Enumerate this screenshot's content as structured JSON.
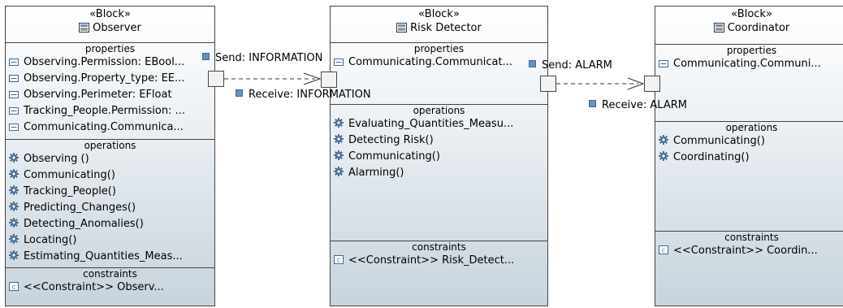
{
  "blocks": [
    {
      "stereotype": "«Block»",
      "name": "Observer",
      "properties_title": "properties",
      "properties": [
        "Observing.Permission: EBool...",
        "Observing.Property_type: EE...",
        "Observing.Perimeter: EFloat",
        "Tracking_People.Permission: ...",
        "Communicating.Communica..."
      ],
      "operations_title": "operations",
      "operations": [
        "Observing ()",
        "Communicating()",
        "Tracking_People()",
        "Predicting_Changes()",
        "Detecting_Anomalies()",
        "Locating()",
        "Estimating_Quantities_Meas..."
      ],
      "constraints_title": "constraints",
      "constraints": [
        "<<Constraint>>       Observ..."
      ]
    },
    {
      "stereotype": "«Block»",
      "name": "Risk Detector",
      "properties_title": "properties",
      "properties": [
        "Communicating.Communicat..."
      ],
      "operations_title": "operations",
      "operations": [
        "Evaluating_Quantities_Measu...",
        "Detecting Risk()",
        "Communicating()",
        "Alarming()"
      ],
      "constraints_title": "constraints",
      "constraints": [
        "<<Constraint>> Risk_Detect..."
      ]
    },
    {
      "stereotype": "«Block»",
      "name": "Coordinator",
      "properties_title": "properties",
      "properties": [
        "Communicating.Communi..."
      ],
      "operations_title": "operations",
      "operations": [
        "Communicating()",
        "Coordinating()"
      ],
      "constraints_title": "constraints",
      "constraints": [
        "<<Constraint>>  Coordin..."
      ]
    }
  ],
  "ports": {
    "send_information": "Send: INFORMATION",
    "receive_information": "Receive: INFORMATION",
    "send_alarm": "Send: ALARM",
    "receive_alarm": "Receive: ALARM"
  },
  "colors": {
    "port_marker": "#6a8fb8",
    "border": "#444444",
    "gradient_bottom": "#c7d3dc"
  },
  "icons": {
    "header": "block-icon",
    "property": "property-icon",
    "operation": "gear-icon",
    "constraint": "constraint-icon"
  }
}
